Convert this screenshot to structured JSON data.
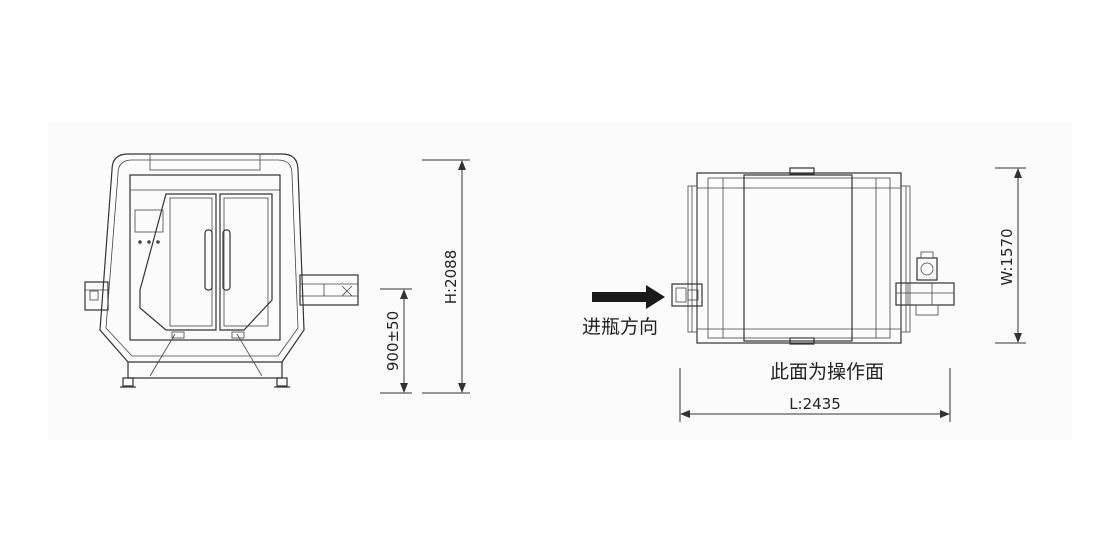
{
  "front_view": {
    "height_dimension": "H:2088",
    "conveyor_height_dimension": "900±50"
  },
  "top_view": {
    "width_dimension": "W:1570",
    "length_dimension": "L:2435",
    "infeed_direction_label": "进瓶方向",
    "operating_side_label": "此面为操作面"
  }
}
